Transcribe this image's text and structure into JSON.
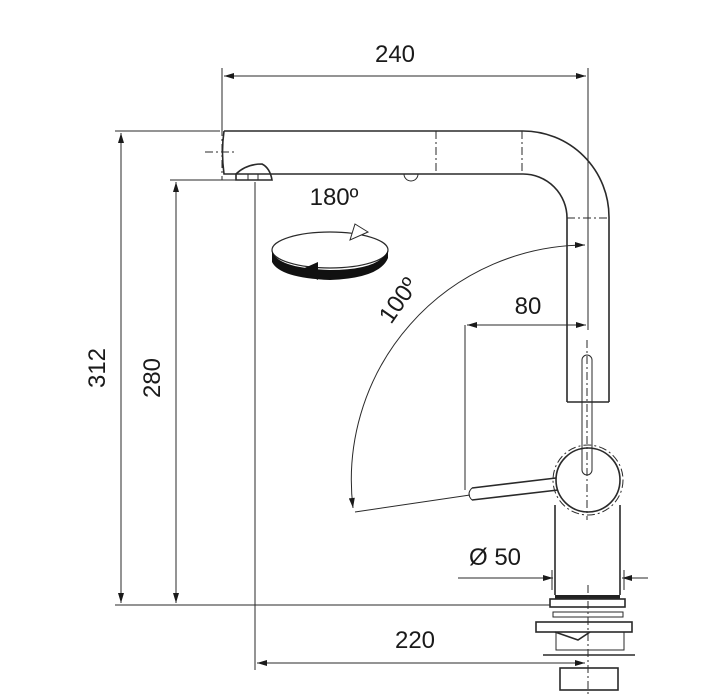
{
  "dimensions": {
    "spout_reach": "240",
    "total_height": "312",
    "outlet_height": "280",
    "outlet_to_center": "220",
    "handle_offset": "80",
    "base_diameter": "Ø 50",
    "swivel_angle": "180º",
    "handle_angle": "100º"
  },
  "colors": {
    "line": "#2a2a2a",
    "background": "#ffffff"
  }
}
